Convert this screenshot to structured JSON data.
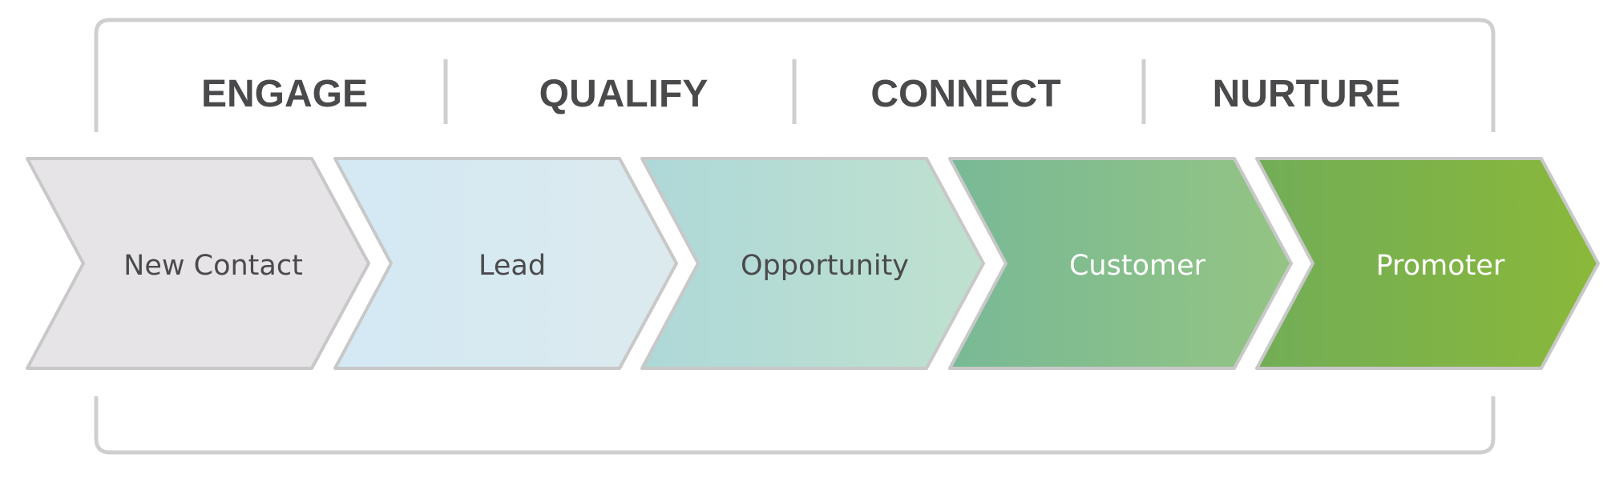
{
  "stages": [
    {
      "label": "ENGAGE"
    },
    {
      "label": "QUALIFY"
    },
    {
      "label": "CONNECT"
    },
    {
      "label": "NURTURE"
    }
  ],
  "steps": [
    {
      "label": "New Contact",
      "fill_start": "#e6e4e7",
      "fill_end": "#e6e4e7",
      "text_color": "#4a4a4c"
    },
    {
      "label": "Lead",
      "fill_start": "#d3e9f4",
      "fill_end": "#dceaee",
      "text_color": "#4a4a4c"
    },
    {
      "label": "Opportunity",
      "fill_start": "#aed8d8",
      "fill_end": "#bfe1cf",
      "text_color": "#4a4a4c"
    },
    {
      "label": "Customer",
      "fill_start": "#78b996",
      "fill_end": "#94c483",
      "text_color": "#ffffff"
    },
    {
      "label": "Promoter",
      "fill_start": "#72ad57",
      "fill_end": "#8ab83a",
      "text_color": "#ffffff"
    }
  ],
  "colors": {
    "frame": "#cfcfcf",
    "chevron_outline": "#c8c8c8"
  }
}
